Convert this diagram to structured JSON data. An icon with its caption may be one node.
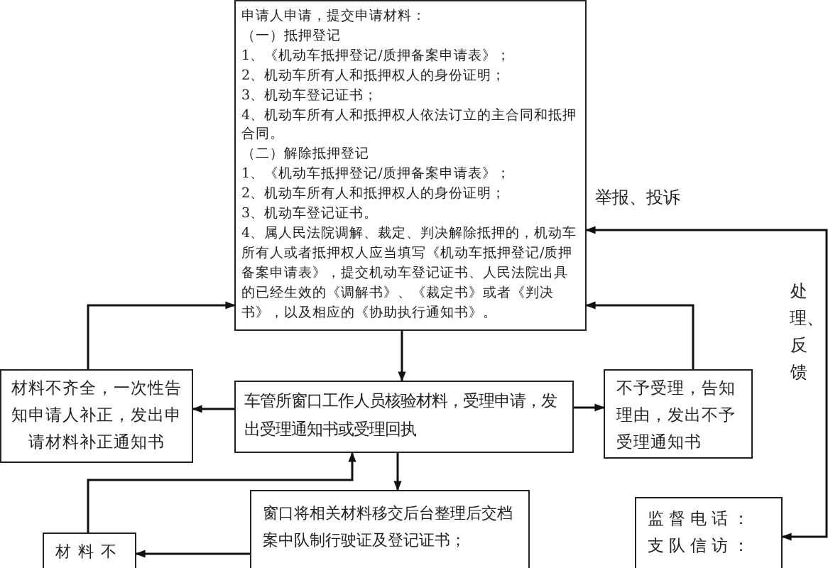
{
  "diagram": {
    "nodes": [
      {
        "text": [
          "申请人申请，提交申请材料：",
          "（一）抵押登记",
          "1、《机动车抵押登记/质押备案申请表》；",
          "2、机动车所有人和抵押权人的身份证明；",
          "3、机动车登记证书；",
          "4、机动车所有人和抵押权人依法订立的主合同和抵押合同。",
          "（二）解除抵押登记",
          "1、《机动车抵押登记/质押备案申请表》；",
          "2、机动车所有人和抵押权人的身份证明；",
          "3、机动车登记证书。",
          "4、属人民法院调解、裁定、判决解除抵押的，机动车所有人或者抵押权人应当填写《机动车抵押登记/质押备案申请表》，提交机动车登记证书、人民法院出具的已经生效的《调解书》、《裁定书》或者《判决书》，以及相应的《协助执行通知书》。"
        ]
      },
      {
        "text": [
          "材料不齐全，一次性告知申请人补正，发出申请材料补正通知书"
        ]
      },
      {
        "text": [
          "车管所窗口工作人员核验材料，受理申请，发出受理通知书或受理回执"
        ]
      },
      {
        "text": [
          "不予受理，告知理由，发出不予受理通知书"
        ]
      },
      {
        "text": [
          "窗口将相关材料移交后台整理后交档案中队制行驶证及登记证书；"
        ]
      },
      {
        "text": [
          "材料不"
        ]
      },
      {
        "text": [
          "监督电话：",
          "支队信访："
        ]
      }
    ],
    "edges": [
      {
        "from": 0,
        "to": 2,
        "arrow": "to"
      },
      {
        "from": 2,
        "to": 1,
        "arrow": "to"
      },
      {
        "from": 1,
        "to": 0,
        "arrow": "to"
      },
      {
        "from": 2,
        "to": 3,
        "arrow": "to"
      },
      {
        "from": 3,
        "to": 0,
        "arrow": "to"
      },
      {
        "from": 2,
        "to": 4,
        "arrow": "to"
      },
      {
        "from": 4,
        "to": 5,
        "arrow": "to"
      },
      {
        "from": 5,
        "to": 2,
        "arrow": "to"
      },
      {
        "from": 6,
        "to": 0,
        "arrow": "both",
        "label": "举报、投诉"
      }
    ],
    "labels": [
      "处理、反馈"
    ]
  }
}
